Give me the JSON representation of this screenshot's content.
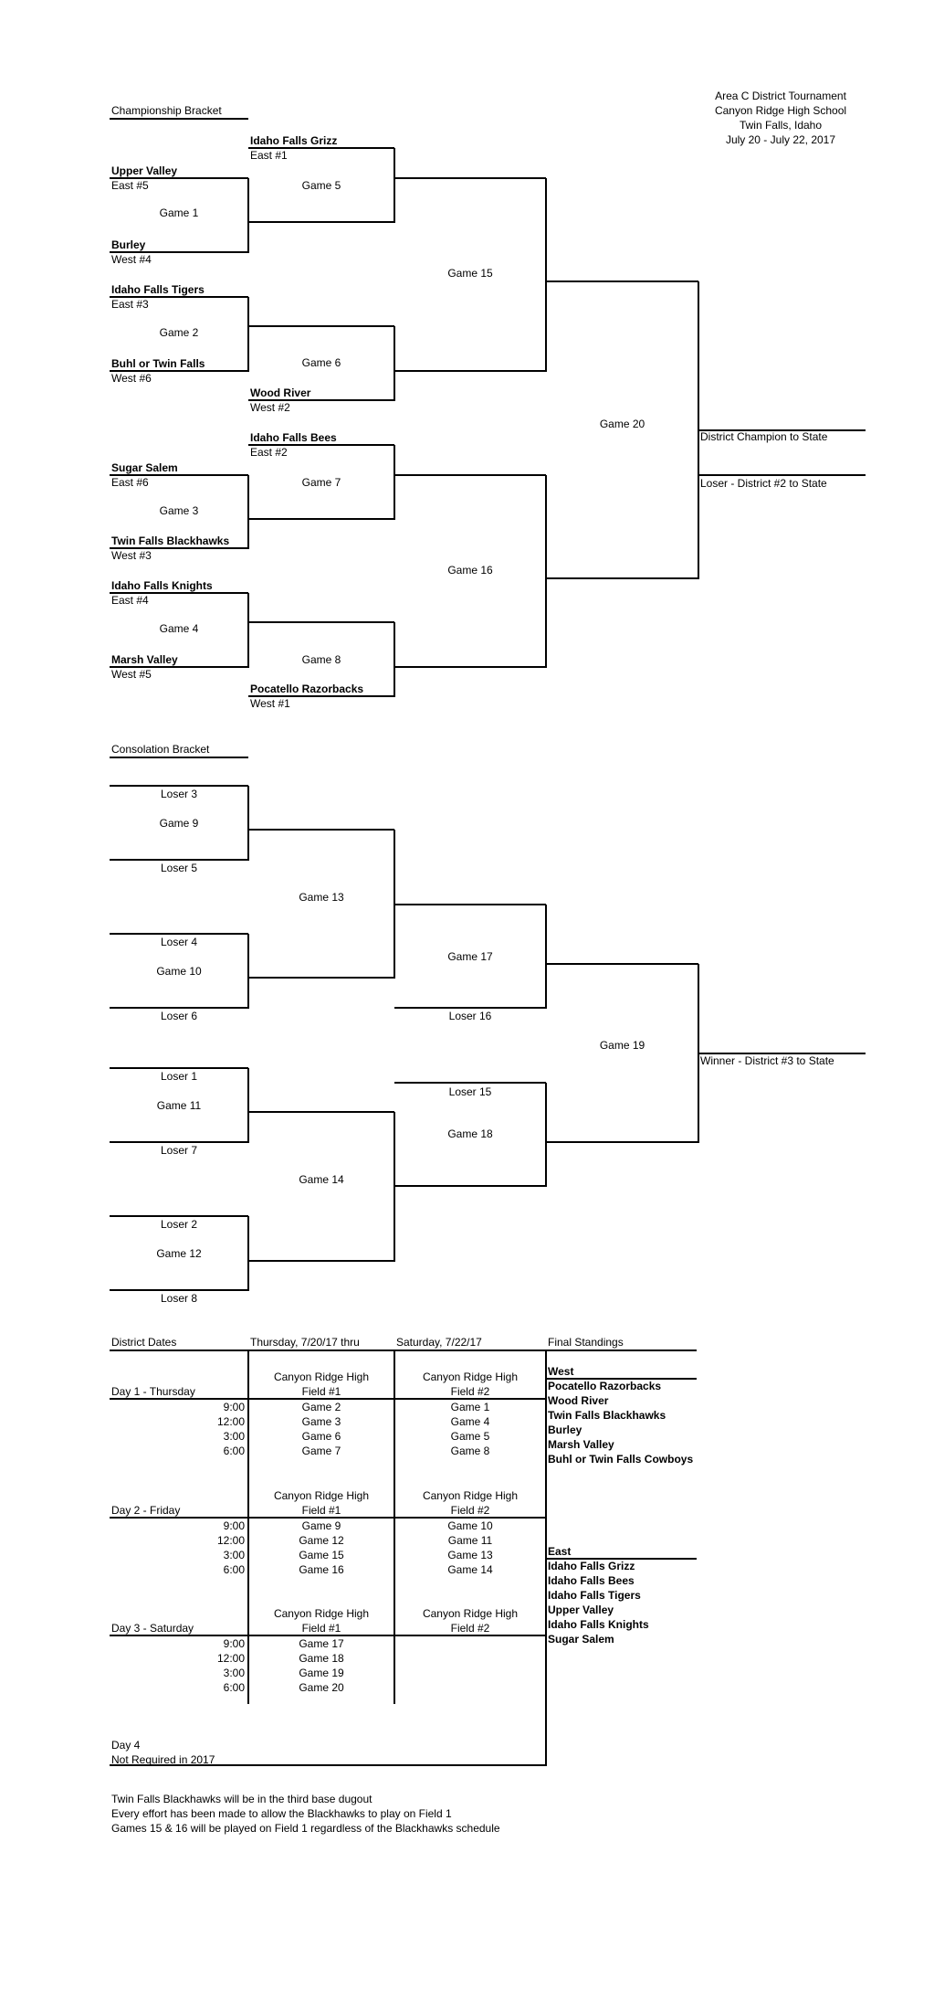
{
  "header": {
    "lines": [
      "Area C District Tournament",
      "Canyon Ridge High School",
      "Twin Falls, Idaho",
      "July 20 - July 22, 2017"
    ]
  },
  "championship": {
    "title": "Championship Bracket",
    "games": {
      "g1": "Game 1",
      "g2": "Game 2",
      "g3": "Game 3",
      "g4": "Game 4",
      "g5": "Game 5",
      "g6": "Game 6",
      "g7": "Game 7",
      "g8": "Game 8",
      "g15": "Game 15",
      "g16": "Game 16",
      "g20": "Game 20"
    },
    "teams": {
      "ifgrizz": "Idaho Falls Grizz",
      "ifgrizz_seed": "East #1",
      "upper": "Upper Valley",
      "upper_seed": "East #5",
      "burley": "Burley",
      "burley_seed": "West #4",
      "iftigers": "Idaho Falls Tigers",
      "iftigers_seed": "East #3",
      "buhl": "Buhl or Twin Falls",
      "buhl_seed": "West #6",
      "wood": "Wood River",
      "wood_seed": "West #2",
      "ifbees": "Idaho Falls Bees",
      "ifbees_seed": "East #2",
      "sugar": "Sugar Salem",
      "sugar_seed": "East #6",
      "tfbh": "Twin Falls Blackhawks",
      "tfbh_seed": "West #3",
      "ifknights": "Idaho Falls Knights",
      "ifknights_seed": "East #4",
      "marsh": "Marsh Valley",
      "marsh_seed": "West #5",
      "poca": "Pocatello Razorbacks",
      "poca_seed": "West #1"
    },
    "champion": "District Champion to State",
    "runner_up": "Loser - District #2 to State"
  },
  "consolation": {
    "title": "Consolation Bracket",
    "games": {
      "g9": "Game 9",
      "g10": "Game 10",
      "g11": "Game 11",
      "g12": "Game 12",
      "g13": "Game 13",
      "g14": "Game 14",
      "g17": "Game 17",
      "g18": "Game 18",
      "g19": "Game 19"
    },
    "losers": {
      "l3": "Loser 3",
      "l5": "Loser 5",
      "l4": "Loser 4",
      "l6": "Loser 6",
      "l1": "Loser 1",
      "l7": "Loser 7",
      "l2": "Loser 2",
      "l8": "Loser 8",
      "l16": "Loser 16",
      "l15": "Loser 15"
    },
    "winner": "Winner - District #3 to State"
  },
  "schedule": {
    "title": "District Dates",
    "col1_head": "Thursday, 7/20/17 thru",
    "col2_head": "Saturday, 7/22/17",
    "venue": "Canyon Ridge High",
    "field1": "Field #1",
    "field2": "Field #2",
    "days": [
      {
        "label": "Day 1 - Thursday",
        "rows": [
          {
            "time": "9:00",
            "f1": "Game 2",
            "f2": "Game 1"
          },
          {
            "time": "12:00",
            "f1": "Game 3",
            "f2": "Game 4"
          },
          {
            "time": "3:00",
            "f1": "Game 6",
            "f2": "Game 5"
          },
          {
            "time": "6:00",
            "f1": "Game 7",
            "f2": "Game 8"
          }
        ]
      },
      {
        "label": "Day 2 - Friday",
        "rows": [
          {
            "time": "9:00",
            "f1": "Game 9",
            "f2": "Game 10"
          },
          {
            "time": "12:00",
            "f1": "Game 12",
            "f2": "Game 11"
          },
          {
            "time": "3:00",
            "f1": "Game 15",
            "f2": "Game 13"
          },
          {
            "time": "6:00",
            "f1": "Game 16",
            "f2": "Game 14"
          }
        ]
      },
      {
        "label": "Day 3 - Saturday",
        "rows": [
          {
            "time": "9:00",
            "f1": "Game 17",
            "f2": ""
          },
          {
            "time": "12:00",
            "f1": "Game 18",
            "f2": ""
          },
          {
            "time": "3:00",
            "f1": "Game 19",
            "f2": ""
          },
          {
            "time": "6:00",
            "f1": "Game 20",
            "f2": ""
          }
        ]
      }
    ],
    "day4": "Day 4",
    "day4_note": "Not Required in 2017"
  },
  "standings": {
    "title": "Final Standings",
    "west_label": "West",
    "west": [
      "Pocatello Razorbacks",
      "Wood River",
      "Twin Falls Blackhawks",
      "Burley",
      "Marsh Valley",
      "Buhl or Twin Falls Cowboys"
    ],
    "east_label": "East",
    "east": [
      "Idaho Falls Grizz",
      "Idaho Falls Bees",
      "Idaho Falls Tigers",
      "Upper Valley",
      "Idaho Falls Knights",
      "Sugar Salem"
    ]
  },
  "notes": [
    "Twin Falls Blackhawks will be in the third base dugout",
    "Every effort has been made to allow the Blackhawks to play on Field 1",
    "Games 15 & 16 will be played on Field 1 regardless of the Blackhawks schedule"
  ]
}
